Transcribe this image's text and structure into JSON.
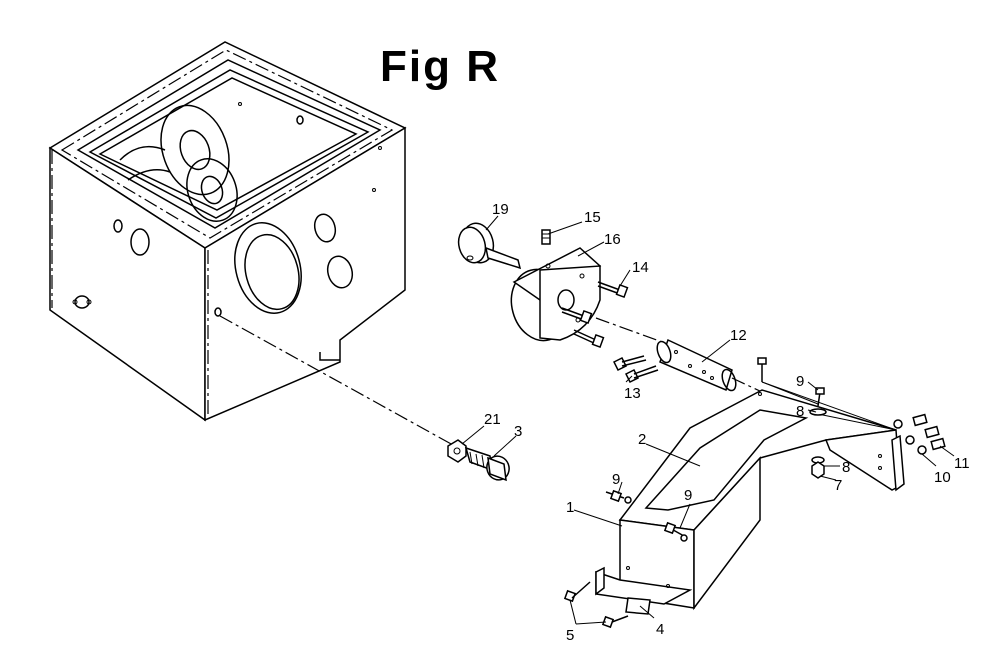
{
  "figure": {
    "title": "Fig R"
  },
  "callouts": [
    {
      "id": "c1",
      "text": "1"
    },
    {
      "id": "c2",
      "text": "2"
    },
    {
      "id": "c3",
      "text": "3"
    },
    {
      "id": "c4",
      "text": "4"
    },
    {
      "id": "c5",
      "text": "5"
    },
    {
      "id": "c7",
      "text": "7"
    },
    {
      "id": "c8a",
      "text": "8"
    },
    {
      "id": "c8b",
      "text": "8"
    },
    {
      "id": "c9a",
      "text": "9"
    },
    {
      "id": "c9b",
      "text": "9"
    },
    {
      "id": "c9c",
      "text": "9"
    },
    {
      "id": "c10",
      "text": "10"
    },
    {
      "id": "c11",
      "text": "11"
    },
    {
      "id": "c12",
      "text": "12"
    },
    {
      "id": "c13",
      "text": "13"
    },
    {
      "id": "c14",
      "text": "14"
    },
    {
      "id": "c15",
      "text": "15"
    },
    {
      "id": "c16",
      "text": "16"
    },
    {
      "id": "c19",
      "text": "19"
    },
    {
      "id": "c21",
      "text": "21"
    }
  ]
}
